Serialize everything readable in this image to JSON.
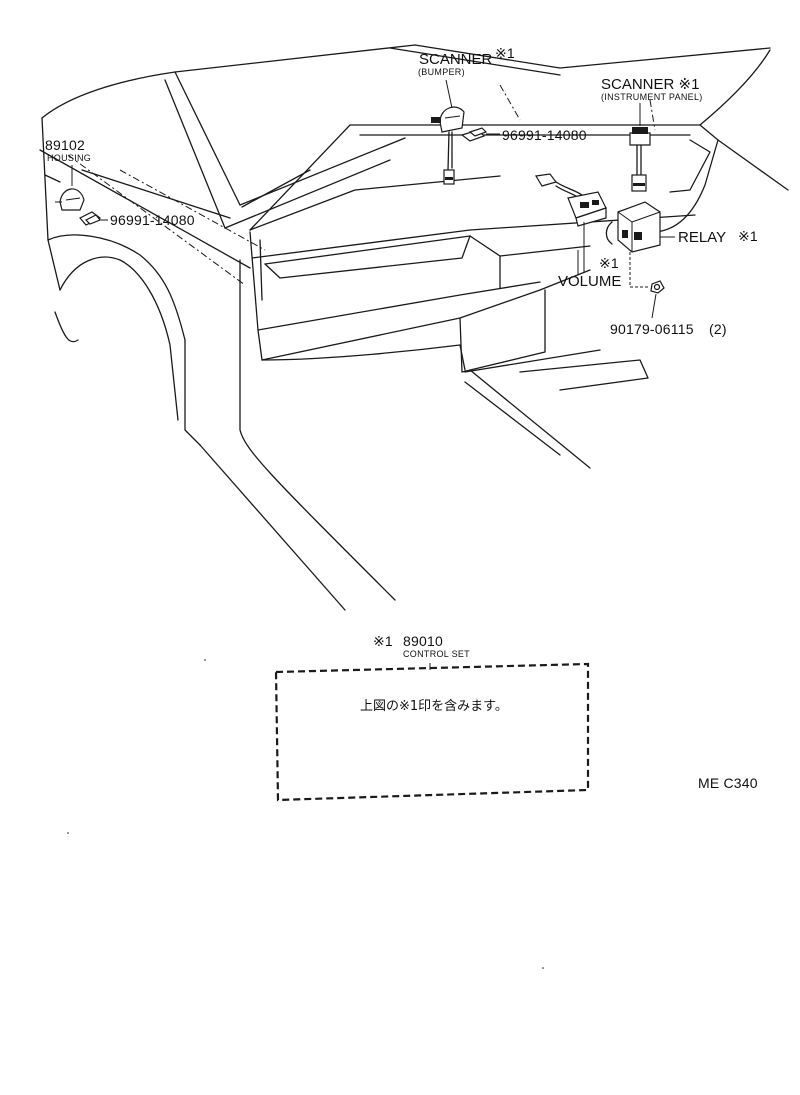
{
  "labels": {
    "scanner_bumper": "SCANNER",
    "scanner_bumper_mark": "※1",
    "scanner_bumper_sub": "(BUMPER)",
    "scanner_panel": "SCANNER ※1",
    "scanner_panel_sub": "(INSTRUMENT PANEL)",
    "part_96991_a": "96991-14080",
    "housing_num": "89102",
    "housing": "HOUSING",
    "part_96991_b": "96991-14080",
    "relay": "RELAY",
    "relay_mark": "※1",
    "volume_mark": "※1",
    "volume": "VOLUME",
    "part_90179": "90179-06115",
    "part_90179_qty": "(2)",
    "control_mark": "※1",
    "control_num": "89010",
    "control_set": "CONTROL SET",
    "box_note": "上図の※1印を含みます。",
    "diagram_code": "ME C340"
  }
}
